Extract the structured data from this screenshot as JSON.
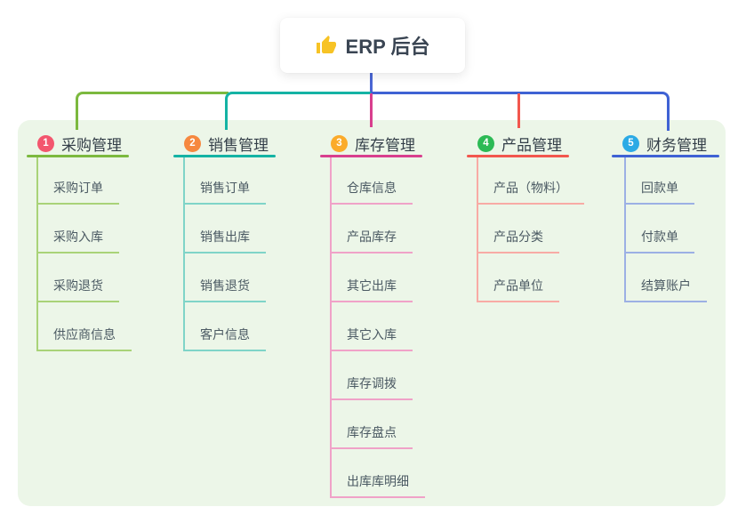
{
  "root": {
    "label": "ERP 后台",
    "icon": "thumbs-up-icon",
    "line_color": "#4a66d4"
  },
  "colors": {
    "panel_bg": "#ecf6e8",
    "card_bg": "#ffffff",
    "title_text": "#333e48",
    "child_text": "#4b5a63",
    "thumb_icon": "#f7c325"
  },
  "branches": [
    {
      "badge": "1",
      "label": "采购管理",
      "badge_color": "#f3566e",
      "line_color": "#7cb93f",
      "child_line_color": "#a9d378",
      "children": [
        "采购订单",
        "采购入库",
        "采购退货",
        "供应商信息"
      ]
    },
    {
      "badge": "2",
      "label": "销售管理",
      "badge_color": "#f6883f",
      "line_color": "#14b3a4",
      "child_line_color": "#7fd4c8",
      "children": [
        "销售订单",
        "销售出库",
        "销售退货",
        "客户信息"
      ]
    },
    {
      "badge": "3",
      "label": "库存管理",
      "badge_color": "#fbab2a",
      "line_color": "#d83f8e",
      "child_line_color": "#f0a2c8",
      "children": [
        "仓库信息",
        "产品库存",
        "其它出库",
        "其它入库",
        "库存调拨",
        "库存盘点",
        "出库库明细"
      ]
    },
    {
      "badge": "4",
      "label": "产品管理",
      "badge_color": "#2cba55",
      "line_color": "#f2574e",
      "child_line_color": "#f8aba5",
      "children": [
        "产品（物料）",
        "产品分类",
        "产品单位"
      ]
    },
    {
      "badge": "5",
      "label": "财务管理",
      "badge_color": "#2baae5",
      "line_color": "#3f62d4",
      "child_line_color": "#9cb0e4",
      "children": [
        "回款单",
        "付款单",
        "结算账户"
      ]
    }
  ]
}
